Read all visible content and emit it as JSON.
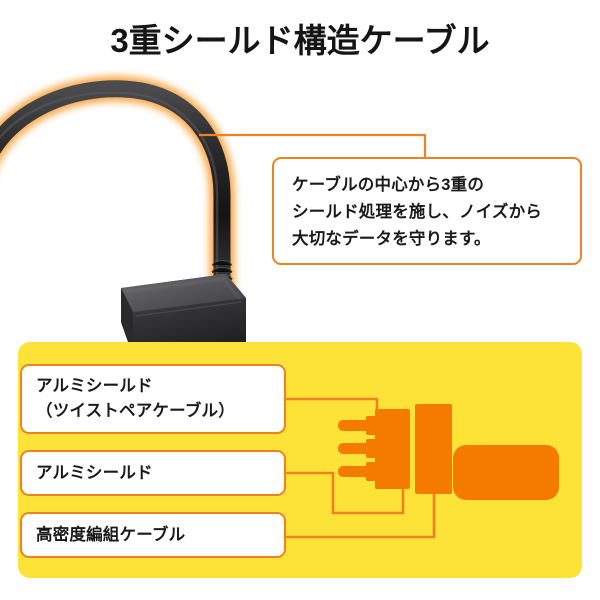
{
  "header": {
    "title": "3重シールド構造ケーブル"
  },
  "callout": {
    "name": "cable-shield-description",
    "lines": [
      "ケーブルの中心から3重の",
      "シールド処理を施し、ノイズから",
      "大切なデータを守ります。"
    ]
  },
  "photo": {
    "alt_name": "black-cable-with-connector-photo",
    "cable_color": "#1c1c1c",
    "glow_color": "#f7a04a",
    "connector_color": "#3a3a3c"
  },
  "panel": {
    "background_color": "#fde337",
    "labels": [
      {
        "id": "alumi-shield-twist-pair",
        "lines": [
          "アルミシールド",
          "（ツイストペアケーブル）"
        ]
      },
      {
        "id": "alumi-shield",
        "lines": [
          "アルミシールド"
        ]
      },
      {
        "id": "high-density-braided-cable",
        "lines": [
          "高密度編組ケーブル"
        ]
      }
    ]
  },
  "diagram": {
    "name": "triple-shield-cable-cross-section",
    "accent_color": "#f57b00",
    "line_color": "#ef8220",
    "parts": [
      {
        "name": "twisted-pair-wire",
        "count": 3
      },
      {
        "name": "inner-alumi-shield-layer"
      },
      {
        "name": "outer-alumi-shield-layer"
      },
      {
        "name": "braided-cable-jacket"
      }
    ]
  },
  "colors": {
    "orange_accent": "#f57b00",
    "orange_border": "#ef8220",
    "panel_yellow": "#fde337",
    "text_dark": "#1a1a1a",
    "white": "#ffffff"
  }
}
